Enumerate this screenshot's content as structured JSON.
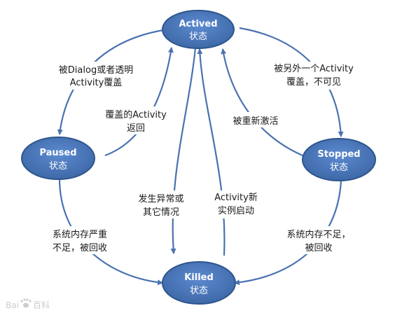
{
  "nodes": {
    "actived": {
      "title": "Actived",
      "subtitle": "状态"
    },
    "paused": {
      "title": "Paused",
      "subtitle": "状态"
    },
    "stopped": {
      "title": "Stopped",
      "subtitle": "状态"
    },
    "killed": {
      "title": "Killed",
      "subtitle": "状态"
    }
  },
  "edges": {
    "actived_to_paused": {
      "line1": "被Dialog或者透明",
      "line2": "Activity覆盖"
    },
    "paused_to_actived": {
      "line1": "覆盖的Activity",
      "line2": "返回"
    },
    "actived_to_stopped": {
      "line1": "被另外一个Activity",
      "line2": "覆盖，不可见"
    },
    "stopped_to_actived": {
      "line1": "被重新激活"
    },
    "actived_to_killed": {
      "line1": "发生异常或",
      "line2": "其它情况"
    },
    "killed_to_actived": {
      "line1": "Activity新",
      "line2": "实例启动"
    },
    "paused_to_killed": {
      "line1": "系统内存严重",
      "line2": "不足，被回收"
    },
    "stopped_to_killed": {
      "line1": "系统内存不足，",
      "line2": "被回收"
    }
  },
  "watermark": {
    "text": "Bai",
    "text2": "百科"
  },
  "colors": {
    "node_fill": "#4f7bbd",
    "node_stroke": "#2e558f",
    "arrow": "#4a72b0"
  }
}
